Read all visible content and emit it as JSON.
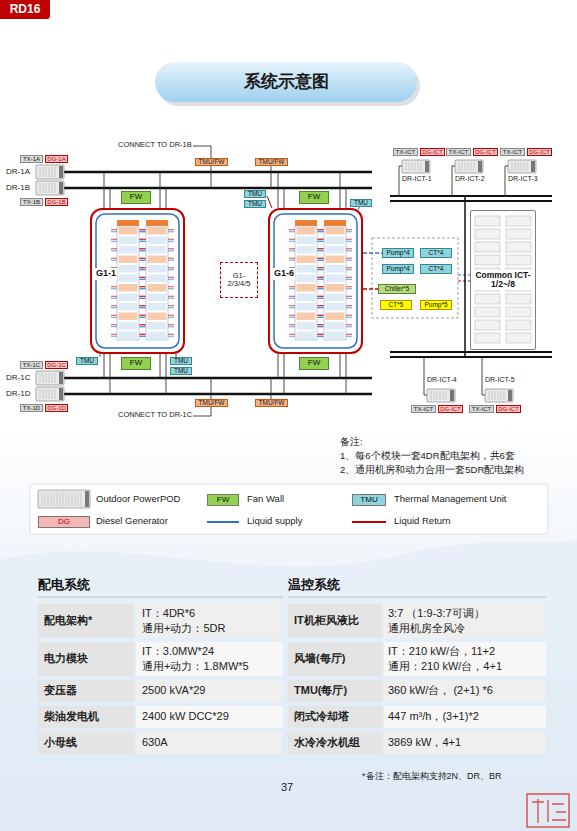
{
  "diagram": {
    "title": "系统示意图",
    "nodes": [
      {
        "text": [
          "RD16"
        ]
      },
      {
        "text": [
          "TX-1A"
        ]
      },
      {
        "text": [
          "DG-1A"
        ]
      },
      {
        "text": [
          "TX-1B"
        ]
      },
      {
        "text": [
          "DG-1B"
        ]
      },
      {
        "text": [
          "TX-1C"
        ]
      },
      {
        "text": [
          "DG-1C"
        ]
      },
      {
        "text": [
          "TX-1D"
        ]
      },
      {
        "text": [
          "DG-1D"
        ]
      },
      {
        "text": [
          "TMU/FW"
        ]
      },
      {
        "text": [
          "TMU/FW"
        ]
      },
      {
        "text": [
          "TMU/FW"
        ]
      },
      {
        "text": [
          "TMU/FW"
        ]
      },
      {
        "text": [
          "G1-1"
        ]
      },
      {
        "text": [
          "FW"
        ]
      },
      {
        "text": [
          "FW"
        ]
      },
      {
        "text": [
          "TMU"
        ]
      },
      {
        "text": [
          "TMU"
        ]
      },
      {
        "text": [
          "TMU"
        ]
      },
      {
        "text": [
          "G1- 2/3/4/5"
        ]
      },
      {
        "text": [
          "G1-6"
        ]
      },
      {
        "text": [
          "TMU"
        ]
      },
      {
        "text": [
          "TMU"
        ]
      },
      {
        "text": [
          "TMU"
        ]
      },
      {
        "text": [
          "FW"
        ]
      },
      {
        "text": [
          "FW"
        ]
      },
      {
        "text": [
          "Pump*4"
        ]
      },
      {
        "text": [
          "CT*4"
        ]
      },
      {
        "text": [
          "Pump*4"
        ]
      },
      {
        "text": [
          "CT*4"
        ]
      },
      {
        "text": [
          "Chiller*5"
        ]
      },
      {
        "text": [
          "CT*5"
        ]
      },
      {
        "text": [
          "Pump*5"
        ]
      },
      {
        "text": [
          "Common ICT-1/2~/8"
        ]
      },
      {
        "text": [
          "TX-ICT"
        ]
      },
      {
        "text": [
          "DG-ICT"
        ]
      },
      {
        "text": [
          "TX-ICT"
        ]
      },
      {
        "text": [
          "DG-ICT"
        ]
      },
      {
        "text": [
          "TX-ICT"
        ]
      },
      {
        "text": [
          "DG-ICT"
        ]
      },
      {
        "text": [
          "TX-ICT"
        ]
      },
      {
        "text": [
          "DG-ICT"
        ]
      },
      {
        "text": [
          "TX-ICT"
        ]
      },
      {
        "text": [
          "DG-ICT"
        ]
      }
    ],
    "edges": [
      {
        "from": 20,
        "to": 26,
        "arrow": "none"
      },
      {
        "from": 20,
        "to": 30,
        "arrow": "none"
      }
    ],
    "labels": [
      "DR-1A",
      "DR-1B",
      "DR-1C",
      "DR-1D",
      "CONNECT TO DR-1B",
      "CONNECT TO DR-1C",
      "DR-ICT-1",
      "DR-ICT-2",
      "DR-ICT-3",
      "DR-ICT-4",
      "DR-ICT-5",
      "备注:",
      "1、每6个模块一套4DR配电架构，共6套",
      "2、通用机房和动力合用一套5DR配电架构",
      "FW",
      "TMU",
      "DG",
      "配电系统",
      "温控系统",
      "配电架构*",
      "IT：4DR*6",
      "通用+动力：5DR",
      "电力模块",
      "IT：3.0MW*24",
      "通用+动力：1.8MW*5",
      "变压器",
      "2500 kVA*29",
      "柴油发电机",
      "2400 kW DCC*29",
      "小母线",
      "630A",
      "IT机柜风液比",
      "3:7 （1:9-3:7可调）",
      "通用机房全风冷",
      "风墙(每厅)",
      "IT：210 kW/台，11+2",
      "通用：210 kW/台，4+1",
      "TMU(每厅)",
      "360 kW/台， (2+1) *6",
      "闭式冷却塔",
      "447 m³/h，(3+1)*2",
      "水冷冷水机组",
      "3869 kW，4+1",
      "*备注：配电架构支持2N、DR、BR",
      "37"
    ],
    "legend": [
      {
        "text": "Outdoor PowerPOD"
      },
      {
        "text": "Fan Wall",
        "color": "#92d050"
      },
      {
        "text": "Thermal Management Unit",
        "color": "#8fd3dc"
      },
      {
        "text": "Diesel Generator",
        "color": "#f4b6b6"
      },
      {
        "text": "Liquid supply"
      },
      {
        "text": "Liquid Return"
      }
    ]
  }
}
